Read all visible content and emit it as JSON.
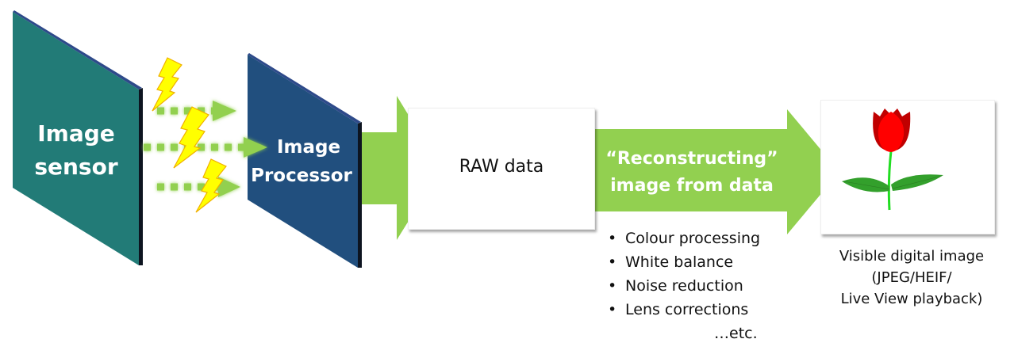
{
  "diagram": {
    "title": "Image processing pipeline",
    "stages": {
      "sensor": {
        "label_line1": "Image",
        "label_line2": "sensor",
        "color": "#227B77"
      },
      "processor": {
        "label_line1": "Image",
        "label_line2": "Processor",
        "color": "#214F7E"
      },
      "raw": {
        "label": "RAW data"
      },
      "reconstruct": {
        "label_line1": "“Reconstructing”",
        "label_line2": "image from data",
        "color": "#92D050"
      },
      "output": {
        "caption_line1": "Visible digital image",
        "caption_line2": "(JPEG/HEIF/",
        "caption_line3": "Live View playback)",
        "icon": "tulip-icon"
      }
    },
    "processing_steps": [
      "Colour processing",
      "White balance",
      "Noise reduction",
      "Lens corrections"
    ],
    "processing_more": "…etc.",
    "bullet_glyph": "•",
    "signal_icons": [
      "lightning-icon",
      "lightning-icon",
      "lightning-icon"
    ],
    "colors": {
      "arrow_green": "#92D050",
      "lightning_fill": "#FFFF00",
      "lightning_stroke": "#F0B000",
      "panel_edge": "#0D1420",
      "tulip_red": "#FF0000",
      "tulip_dark_red": "#C00000",
      "leaf_green": "#33A02C",
      "stem_green": "#22DD22"
    }
  }
}
